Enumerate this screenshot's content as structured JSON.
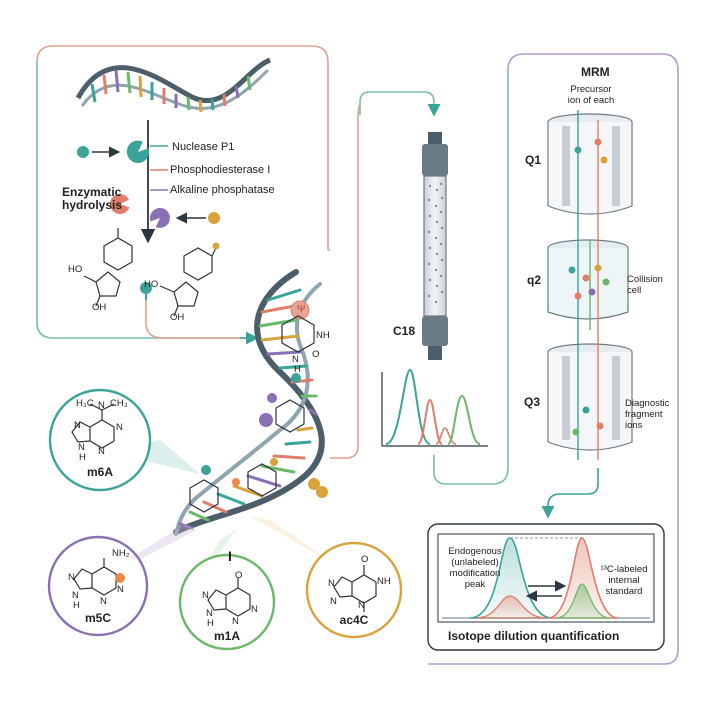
{
  "hydrolysis": {
    "enzymes": [
      "Nuclease P1",
      "Phosphodiesterase I",
      "Alkaline phosphatase"
    ],
    "label": "Enzymatic\nhydrolysis",
    "oh_labels": [
      "HO",
      "OH",
      "HO",
      "OH"
    ]
  },
  "column": {
    "label": "C18"
  },
  "mrm": {
    "title": "MRM",
    "precursor": "Precursor\nion of each",
    "q1": "Q1",
    "q2": "q2",
    "q3": "Q3",
    "collision": "Collision\ncell",
    "diagnostic": "Diagnostic\nfragment\nions"
  },
  "quant": {
    "endogenous": "Endogenous\n(unlabeled)\nmodification\npeak",
    "labeled": "¹³C-labeled\ninternal\nstandard",
    "title": "Isotope dilution quantification"
  },
  "modifications": [
    {
      "name": "m6A",
      "atoms": [
        "H₃C",
        "N",
        "CH₃",
        "N",
        "N",
        "N",
        "N",
        "H"
      ]
    },
    {
      "name": "m5C",
      "atoms": [
        "NH₂",
        "N",
        "N",
        "N",
        "N",
        "H"
      ]
    },
    {
      "name": "m1A",
      "atoms": [
        "I",
        "O",
        "N",
        "N",
        "N",
        "N",
        "H"
      ]
    },
    {
      "name": "ac4C",
      "atoms": [
        "O",
        "NH",
        "N",
        "N",
        "N"
      ]
    }
  ],
  "psi_label": "Ψ",
  "duplex_atoms": [
    "NH",
    "O",
    "N",
    "H"
  ],
  "colors": {
    "teal": "#3aa39a",
    "salmon": "#e07e6a",
    "purple": "#8b6fb4",
    "green": "#6cb86a",
    "gold": "#d9a23d",
    "steel": "#4d5e6b",
    "frame_teal": "#78bdb3",
    "frame_salmon": "#e0a08e",
    "frame_purple": "#b39ccb"
  }
}
